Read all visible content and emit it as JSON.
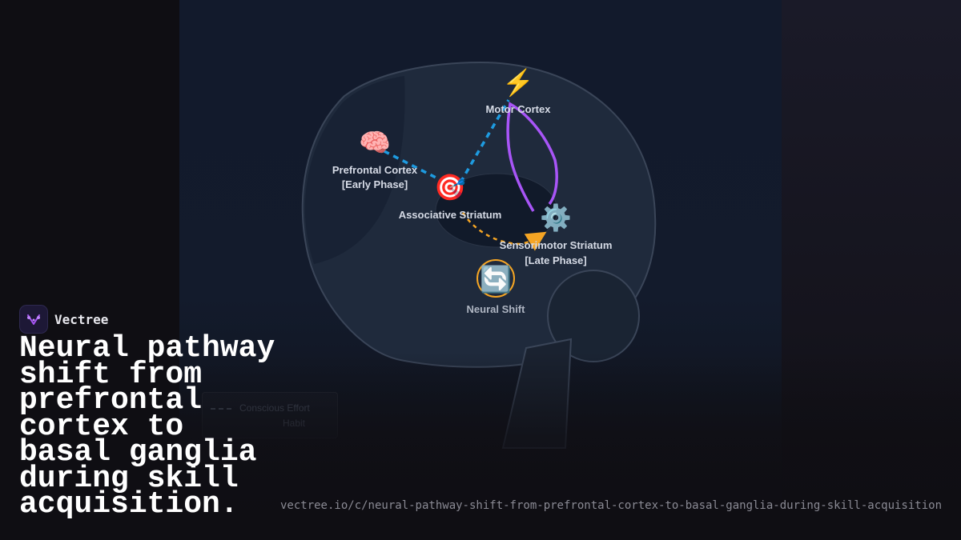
{
  "brand": {
    "name": "Vectree",
    "logo_icon": "vectree-logo-icon",
    "accent": "#a855f7"
  },
  "headline": "Neural pathway shift from prefrontal cortex to basal ganglia during skill acquisition.",
  "url": "vectree.io/c/neural-pathway-shift-from-prefrontal-cortex-to-basal-ganglia-during-skill-acquisition",
  "diagram": {
    "nodes": {
      "motor_cortex": {
        "icon": "⚡",
        "label": "Motor Cortex"
      },
      "prefrontal": {
        "icon": "🧠",
        "label_line1": "Prefrontal Cortex",
        "label_line2": "[Early Phase]"
      },
      "associative": {
        "icon": "🎯",
        "label": "Associative Striatum"
      },
      "sensorimotor": {
        "icon": "⚙️",
        "label_line1": "Sensorimotor Striatum",
        "label_line2": "[Late Phase]"
      },
      "neural_shift": {
        "icon": "🔄",
        "label": "Neural Shift"
      }
    },
    "legend": {
      "items": [
        {
          "label": "Conscious Effort"
        },
        {
          "label": "Habit"
        }
      ]
    },
    "colors": {
      "early_pathway": "#1e9be0",
      "late_pathway": "#a855f7",
      "shift_pathway": "#f5a524",
      "brain_fill": "#1f2a3c",
      "brain_stroke": "#3a4558"
    }
  }
}
